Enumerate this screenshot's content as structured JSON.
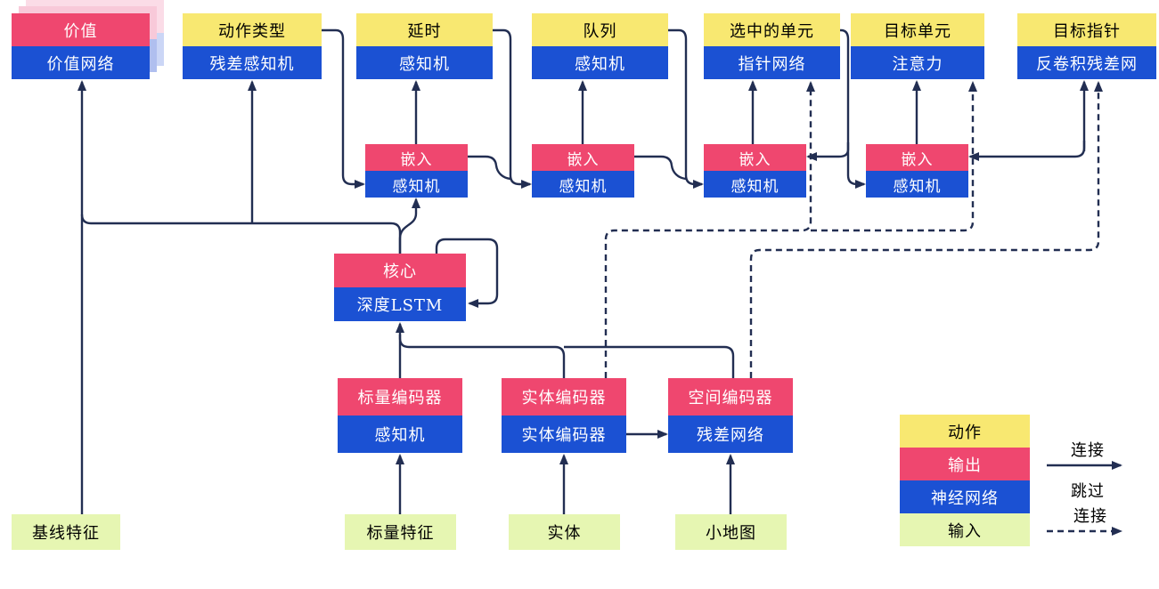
{
  "diagram": {
    "title": "agent-architecture-diagram",
    "colors": {
      "action": "#F8E871",
      "output": "#EF476F",
      "network": "#1B51D3",
      "input": "#E6F6B2",
      "line": "#222E52",
      "text_dark": "#000000",
      "text_light": "#FFFFFF",
      "value_shadow_pink": "#F8C9D9",
      "value_shadow_blue": "#B0BFEF",
      "value_shadow_pink_2": "#FBDCE7",
      "value_shadow_blue_2": "#CBD6F6"
    },
    "nodes": [
      {
        "id": "value",
        "header": "价值",
        "body": "价值网络",
        "header_type": "output",
        "body_type": "network",
        "stacked": true
      },
      {
        "id": "action-type",
        "header": "动作类型",
        "body": "残差感知机",
        "header_type": "action",
        "body_type": "network"
      },
      {
        "id": "delay",
        "header": "延时",
        "body": "感知机",
        "header_type": "action",
        "body_type": "network"
      },
      {
        "id": "queue",
        "header": "队列",
        "body": "感知机",
        "header_type": "action",
        "body_type": "network"
      },
      {
        "id": "selected-units",
        "header": "选中的单元",
        "body": "指针网络",
        "header_type": "action",
        "body_type": "network"
      },
      {
        "id": "target-unit",
        "header": "目标单元",
        "body": "注意力",
        "header_type": "action",
        "body_type": "network"
      },
      {
        "id": "target-point",
        "header": "目标指针",
        "body": "反卷积残差网",
        "header_type": "action",
        "body_type": "network"
      },
      {
        "id": "embed-1",
        "header": "嵌入",
        "body": "感知机",
        "header_type": "output",
        "body_type": "network"
      },
      {
        "id": "embed-2",
        "header": "嵌入",
        "body": "感知机",
        "header_type": "output",
        "body_type": "network"
      },
      {
        "id": "embed-3",
        "header": "嵌入",
        "body": "感知机",
        "header_type": "output",
        "body_type": "network"
      },
      {
        "id": "embed-4",
        "header": "嵌入",
        "body": "感知机",
        "header_type": "output",
        "body_type": "network"
      },
      {
        "id": "core",
        "header": "核心",
        "body": "深度LSTM",
        "header_type": "output",
        "body_type": "network"
      },
      {
        "id": "scalar-encoder",
        "header": "标量编码器",
        "body": "感知机",
        "header_type": "output",
        "body_type": "network"
      },
      {
        "id": "entity-encoder",
        "header": "实体编码器",
        "body": "实体编码器",
        "header_type": "output",
        "body_type": "network"
      },
      {
        "id": "spatial-encoder",
        "header": "空间编码器",
        "body": "残差网络",
        "header_type": "output",
        "body_type": "network"
      },
      {
        "id": "baseline-features",
        "label": "基线特征",
        "type": "input"
      },
      {
        "id": "scalar-features",
        "label": "标量特征",
        "type": "input"
      },
      {
        "id": "entities",
        "label": "实体",
        "type": "input"
      },
      {
        "id": "minimap",
        "label": "小地图",
        "type": "input"
      }
    ],
    "legend": {
      "items": [
        {
          "label": "动作",
          "type": "action"
        },
        {
          "label": "输出",
          "type": "output"
        },
        {
          "label": "神经网络",
          "type": "network"
        },
        {
          "label": "输入",
          "type": "input"
        }
      ],
      "connection_label": "连接",
      "skip_label_line1": "跳过",
      "skip_label_line2": "连接"
    }
  }
}
